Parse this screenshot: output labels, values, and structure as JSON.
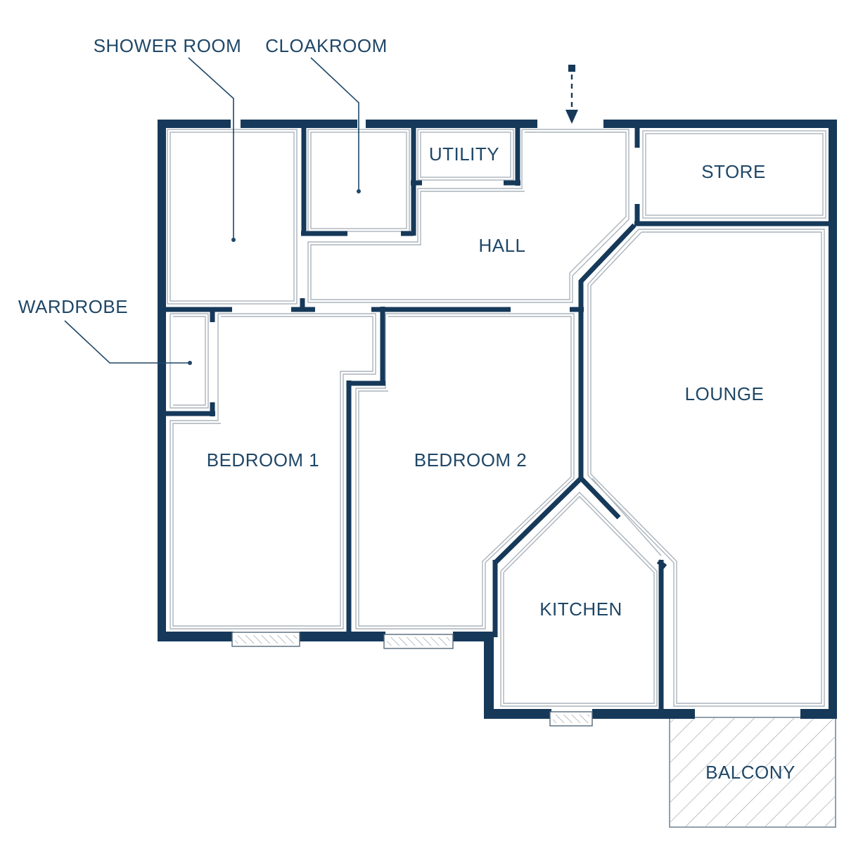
{
  "plan": {
    "rooms": {
      "shower_room": "SHOWER ROOM",
      "cloakroom": "CLOAKROOM",
      "utility": "UTILITY",
      "store": "STORE",
      "hall": "HALL",
      "wardrobe": "WARDROBE",
      "lounge": "LOUNGE",
      "bedroom_1": "BEDROOM 1",
      "bedroom_2": "BEDROOM 2",
      "kitchen": "KITCHEN",
      "balcony": "BALCONY"
    },
    "colors": {
      "wall": "#16395a",
      "label": "#1f4767",
      "inner_line": "#aab3bc"
    },
    "entrance_icon": "dashed-arrow-down"
  }
}
